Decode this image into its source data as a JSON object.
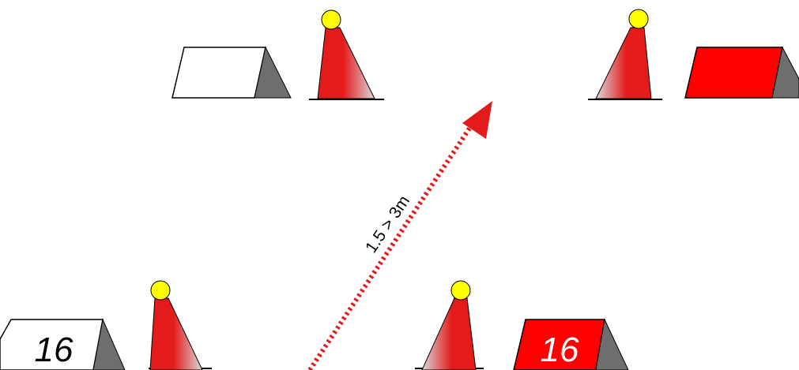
{
  "diagram": {
    "distance_label": "1.5 > 3m",
    "sign_number_left": "16",
    "sign_number_right": "16",
    "colors": {
      "sign_red": "#ff0000",
      "sign_white": "#ffffff",
      "sign_side_gray": "#6e6e6e",
      "cone_red": "#e41b1b",
      "cone_fade": "#d9d9d9",
      "cone_ball": "#ffff00",
      "arrow_red": "#e41b1b",
      "outline": "#000000"
    }
  }
}
